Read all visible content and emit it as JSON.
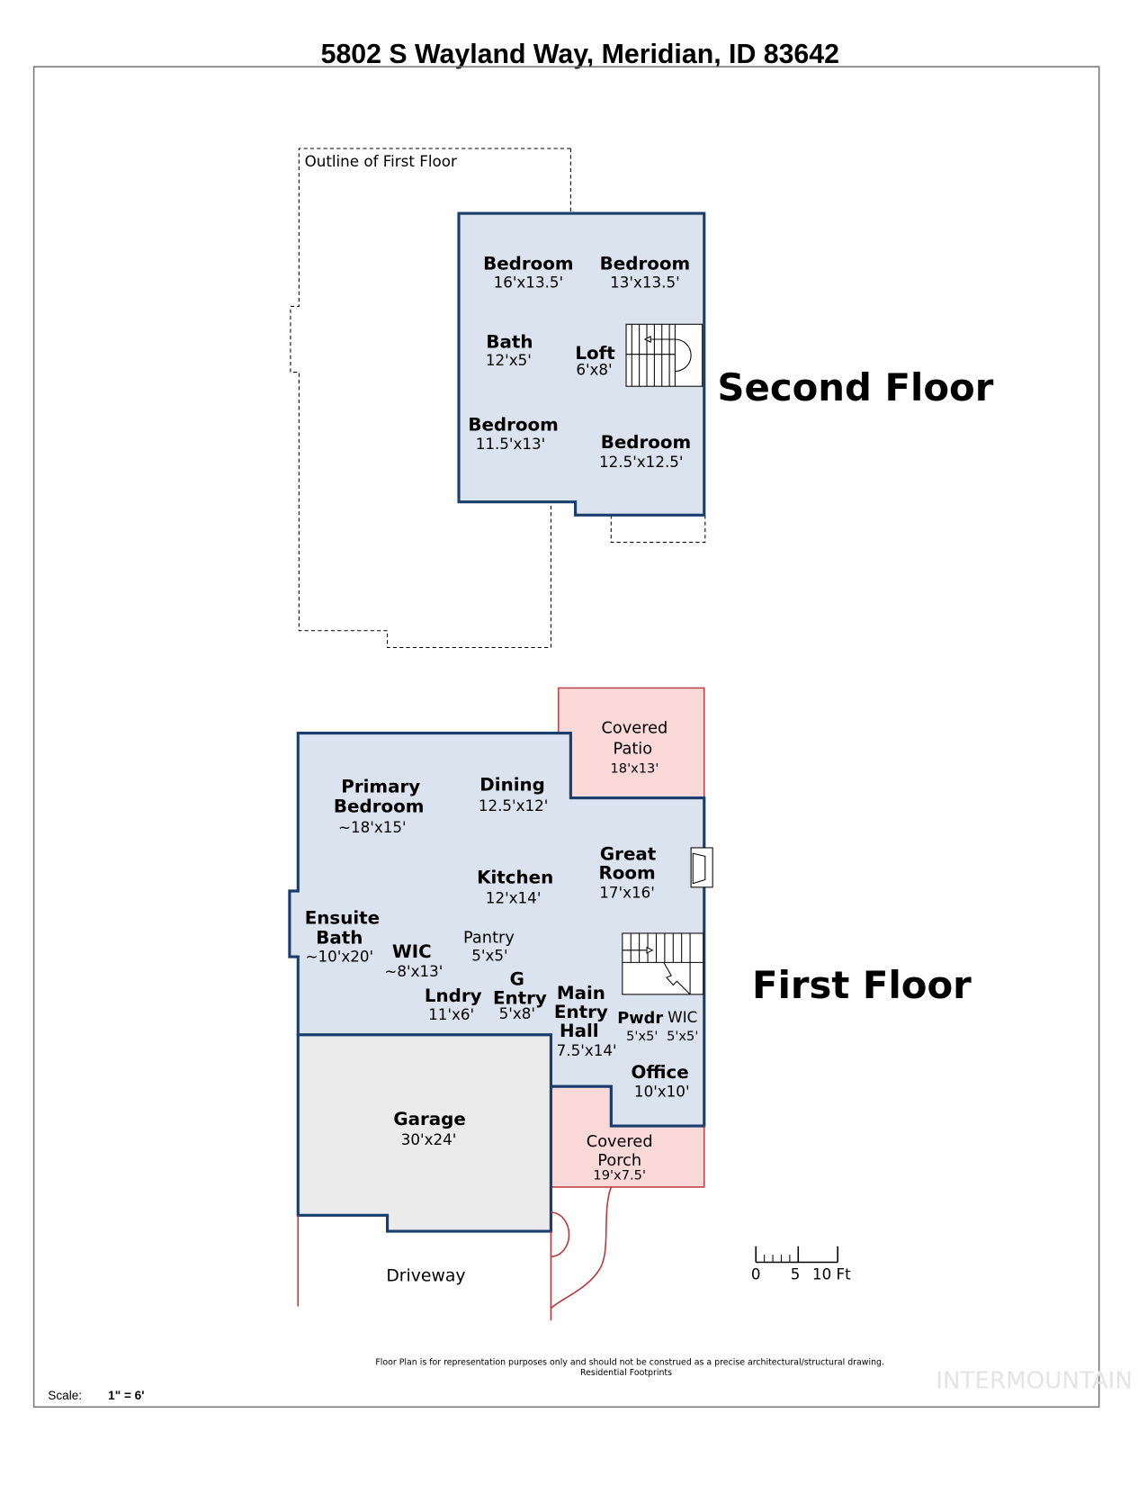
{
  "header": {
    "title": "5802 S Wayland Way, Meridian, ID 83642"
  },
  "second_floor": {
    "label": "Second Floor",
    "outline_label": "Outline of First Floor",
    "rooms": [
      {
        "name": "Bedroom",
        "dims": "16'x13.5'"
      },
      {
        "name": "Bedroom",
        "dims": "13'x13.5'"
      },
      {
        "name": "Bath",
        "dims": "12'x5'"
      },
      {
        "name": "Loft",
        "dims": "6'x8'"
      },
      {
        "name": "Bedroom",
        "dims": "11.5'x13'"
      },
      {
        "name": "Bedroom",
        "dims": "12.5'x12.5'"
      }
    ]
  },
  "first_floor": {
    "label": "First Floor",
    "rooms": {
      "covered_patio": {
        "name_line1": "Covered",
        "name_line2": "Patio",
        "dims": "18'x13'"
      },
      "primary_bedroom": {
        "name_line1": "Primary",
        "name_line2": "Bedroom",
        "dims": "~18'x15'"
      },
      "dining": {
        "name": "Dining",
        "dims": "12.5'x12'"
      },
      "great_room": {
        "name_line1": "Great",
        "name_line2": "Room",
        "dims": "17'x16'"
      },
      "kitchen": {
        "name": "Kitchen",
        "dims": "12'x14'"
      },
      "ensuite_bath": {
        "name_line1": "Ensuite",
        "name_line2": "Bath",
        "dims": "~10'x20'"
      },
      "wic_primary": {
        "name": "WIC",
        "dims": "~8'x13'"
      },
      "pantry": {
        "name": "Pantry",
        "dims": "5'x5'"
      },
      "g_entry": {
        "name_line1": "G",
        "name_line2": "Entry",
        "dims": "5'x8'"
      },
      "laundry": {
        "name": "Lndry",
        "dims": "11'x6'"
      },
      "main_entry_hall": {
        "name_line1": "Main",
        "name_line2": "Entry",
        "name_line3": "Hall",
        "dims": "7.5'x14'"
      },
      "powder": {
        "name": "Pwdr",
        "dims": "5'x5'"
      },
      "wic_hall": {
        "name": "WIC",
        "dims": "5'x5'"
      },
      "office": {
        "name": "Office",
        "dims": "10'x10'"
      },
      "garage": {
        "name": "Garage",
        "dims": "30'x24'"
      },
      "covered_porch": {
        "name_line1": "Covered",
        "name_line2": "Porch",
        "dims": "19'x7.5'"
      },
      "driveway": {
        "name": "Driveway"
      }
    }
  },
  "scale_bar": {
    "labels": [
      "0",
      "5",
      "10 Ft"
    ]
  },
  "footer": {
    "disclaimer": "Floor Plan is for representation purposes only and should not be construed as a precise architectural/structural drawing.",
    "credit": "Residential Footprints",
    "scale_label": "Scale:",
    "scale_value": "1\" = 6'",
    "watermark": "INTERMOUNTAIN"
  },
  "colors": {
    "interior_fill": "#dbe3ee",
    "wall_stroke": "#1a3e6e",
    "garage_fill": "#ebebeb",
    "outdoor_fill": "#fbd9d9",
    "outdoor_stroke": "#c0454a"
  }
}
